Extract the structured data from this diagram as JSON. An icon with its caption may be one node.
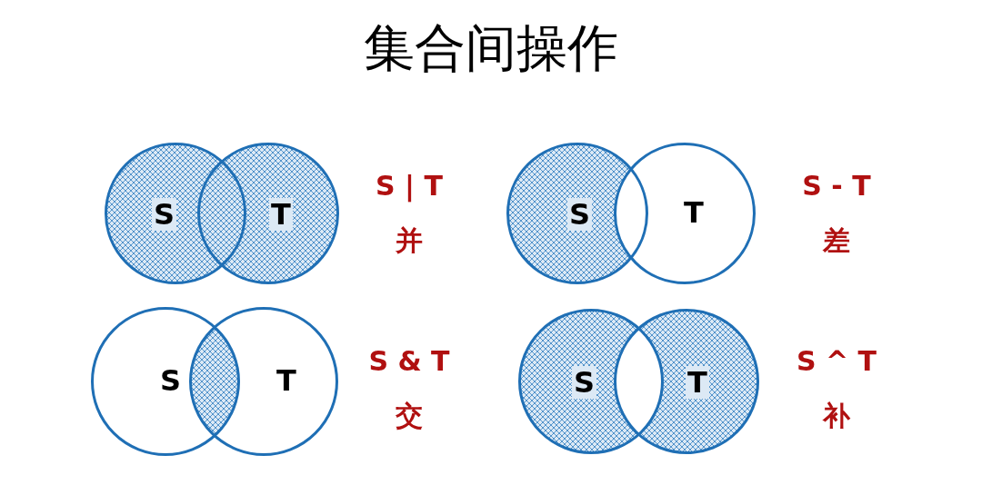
{
  "diagram": {
    "title": "集合间操作",
    "nodes": [
      {
        "text": [
          "S"
        ]
      },
      {
        "text": [
          "T"
        ]
      },
      {
        "text": [
          "S"
        ]
      },
      {
        "text": [
          "T"
        ]
      },
      {
        "text": [
          "S"
        ]
      },
      {
        "text": [
          "T"
        ]
      },
      {
        "text": [
          "S"
        ]
      },
      {
        "text": [
          "T"
        ]
      }
    ],
    "edges": [],
    "labels": [
      "S | T",
      "并",
      "S - T",
      "差",
      "S & T",
      "交",
      "S ^ T",
      "补"
    ]
  }
}
